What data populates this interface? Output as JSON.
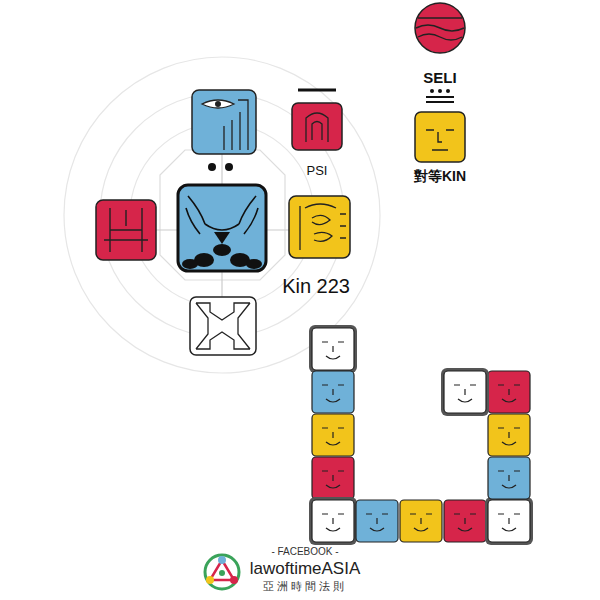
{
  "diagram": {
    "nodes": [
      {
        "text": [
          "SELI"
        ]
      },
      {
        "text": [
          "對等KIN"
        ]
      },
      {
        "text": [
          "PSI"
        ]
      },
      {
        "text": [
          "Kin 223"
        ]
      }
    ],
    "labels": [
      "- FACEBOOK -",
      "lawoftimeASIA",
      "亞洲時間法則"
    ]
  }
}
